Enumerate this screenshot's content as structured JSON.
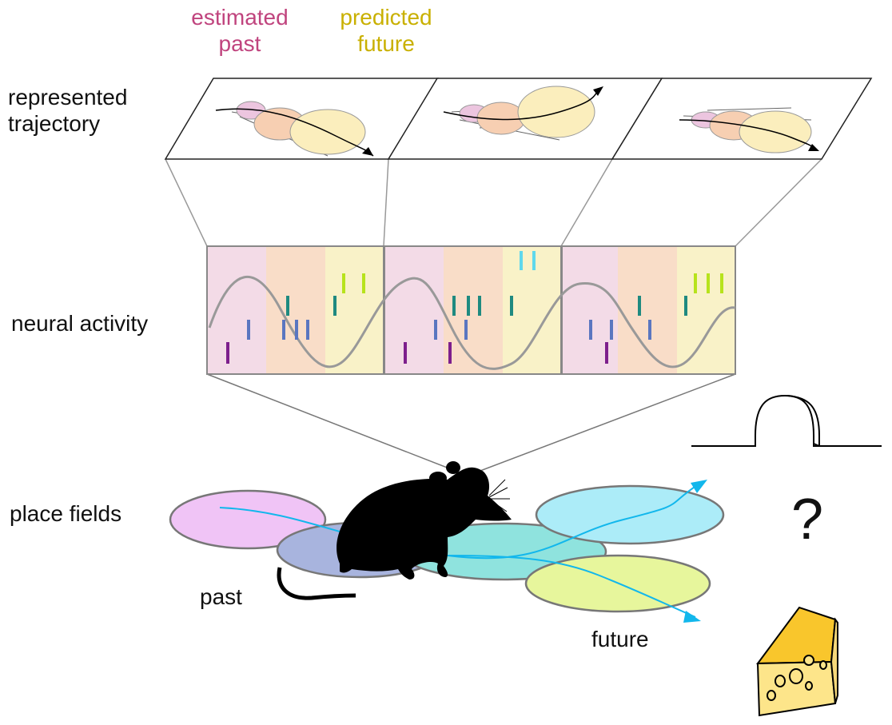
{
  "legend": {
    "past_label": "estimated\npast",
    "future_label": "predicted\nfuture",
    "past_color": "#c0447e",
    "future_color": "#c9b000"
  },
  "rows": {
    "trajectory_label": "represented\ntrajectory",
    "neural_label": "neural activity",
    "place_label": "place fields"
  },
  "annotations": {
    "past": "past",
    "future": "future",
    "question": "?"
  },
  "colors": {
    "pink": "#f3dbe7",
    "peach": "#f9ddc8",
    "cream": "#f9f2c8",
    "wave": "#999999",
    "purple": "#7d1f8c",
    "blue": "#5a76c0",
    "teal": "#1f8a80",
    "lime": "#b7e31c",
    "cyan": "#5fd8ec",
    "arrow": "#12b7ec",
    "field_pink": "#f0c4f6",
    "field_blue": "#a8b4de",
    "field_teal": "#8fe3de",
    "field_cyan": "#acecf8",
    "field_lime": "#e7f69c",
    "cheese": "#fde58a",
    "cheese_top": "#f9c62c"
  },
  "icons": [
    "mouse-icon",
    "cheese-icon",
    "place-field-tuning-icon"
  ]
}
